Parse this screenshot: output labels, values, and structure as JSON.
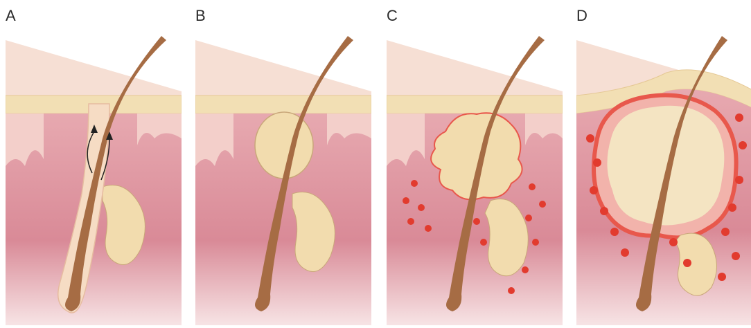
{
  "panels": [
    {
      "label": "A",
      "stage": "normal-follicle"
    },
    {
      "label": "B",
      "stage": "sebum-plug"
    },
    {
      "label": "C",
      "stage": "rupture"
    },
    {
      "label": "D",
      "stage": "inflamed-lesion"
    }
  ],
  "colors": {
    "skin_top": "#f6e1d7",
    "epidermis": "#f3e0b8",
    "dermis_light": "#f3cfca",
    "dermis_deep": "#d78794",
    "hair": "#a26b46",
    "sebum": "#f2dcae",
    "inflammation": "#e8584c",
    "red_dot": "#e23b2e"
  }
}
